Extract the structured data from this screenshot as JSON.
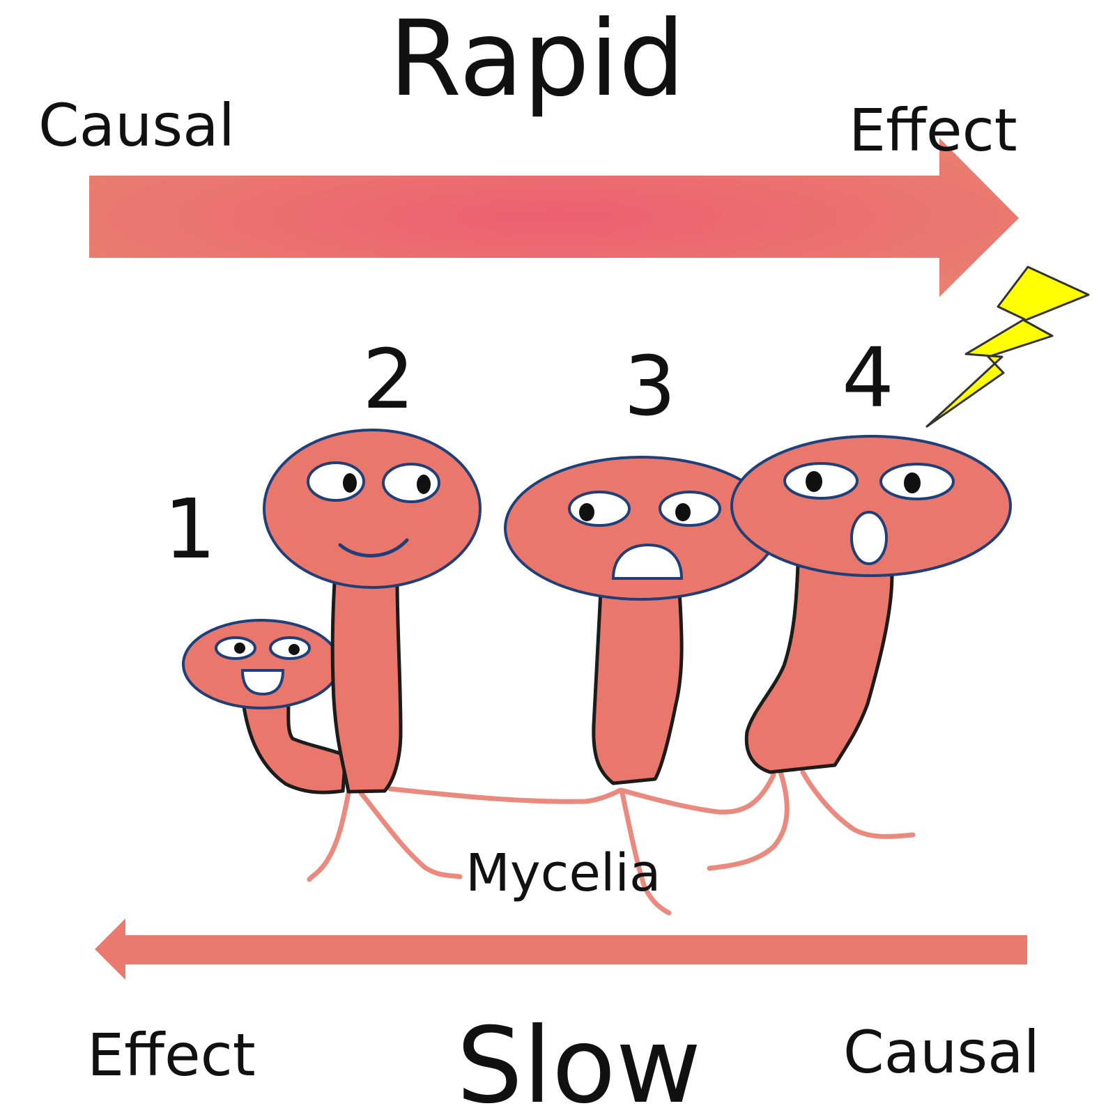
{
  "labels": {
    "top_title": "Rapid",
    "top_left": "Causal",
    "top_right": "Effect",
    "bottom_title": "Slow",
    "bottom_left": "Effect",
    "bottom_right": "Causal",
    "mycelia": "Mycelia"
  },
  "mushrooms": [
    {
      "number": "1",
      "expression": "happy-open-mouth"
    },
    {
      "number": "2",
      "expression": "smile"
    },
    {
      "number": "3",
      "expression": "worried"
    },
    {
      "number": "4",
      "expression": "shocked"
    }
  ],
  "colors": {
    "mushroom_fill": "#e9776c",
    "cap_outline": "#1f3f78",
    "arrow_fill": "#ea7a6e",
    "arrow_center": "#ec5f72",
    "mycelia": "#ea8a7e",
    "lightning": "#ffff00"
  },
  "icons": {
    "rapid_arrow": "right-arrow",
    "slow_arrow": "left-arrow",
    "lightning": "lightning-bolt-icon"
  }
}
